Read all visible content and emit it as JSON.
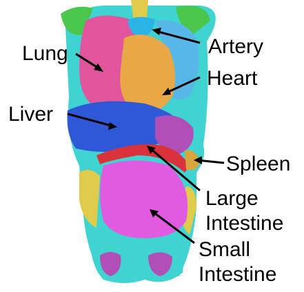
{
  "labels": {
    "lung": "Lung",
    "liver": "Liver",
    "artery": "Artery",
    "heart": "Heart",
    "spleen": "Spleen",
    "large_intestine_1": "Large",
    "large_intestine_2": "Intestine",
    "small_intestine_1": "Small",
    "small_intestine_2": "Intestine"
  },
  "colors": {
    "lung": "#e0559b",
    "heart": "#e7a845",
    "liver": "#2f58d6",
    "artery": "#2bb3e6",
    "spleen": "#d9a43a",
    "large_intestine": "#d9323a",
    "small_intestine": "#e05be0",
    "bone_cyan": "#3fd3d1",
    "bone_yellow": "#e0cc4a",
    "bone_green": "#4ac74a"
  }
}
